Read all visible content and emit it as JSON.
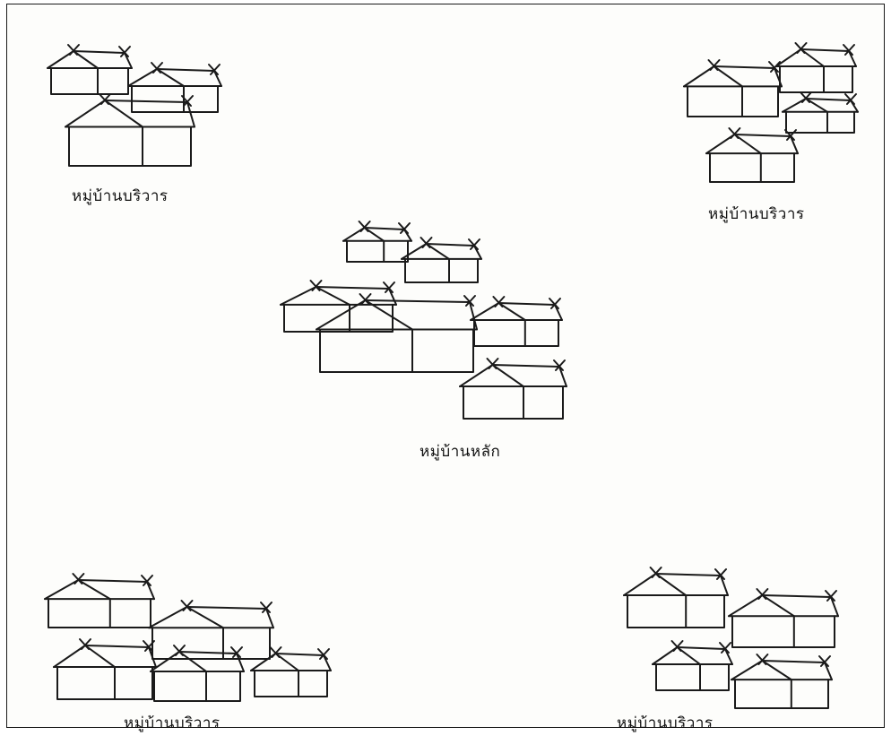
{
  "labels": {
    "top_left": "หมู่บ้านบริวาร",
    "top_right": "หมู่บ้านบริวาร",
    "center": "หมู่บ้านหลัก",
    "bottom_left": "หมู่บ้านบริวาร",
    "bottom_right": "หมู่บ้านบริวาร"
  },
  "colors": {
    "ink": "#1a1a1a",
    "paper": "#fdfdfb"
  }
}
